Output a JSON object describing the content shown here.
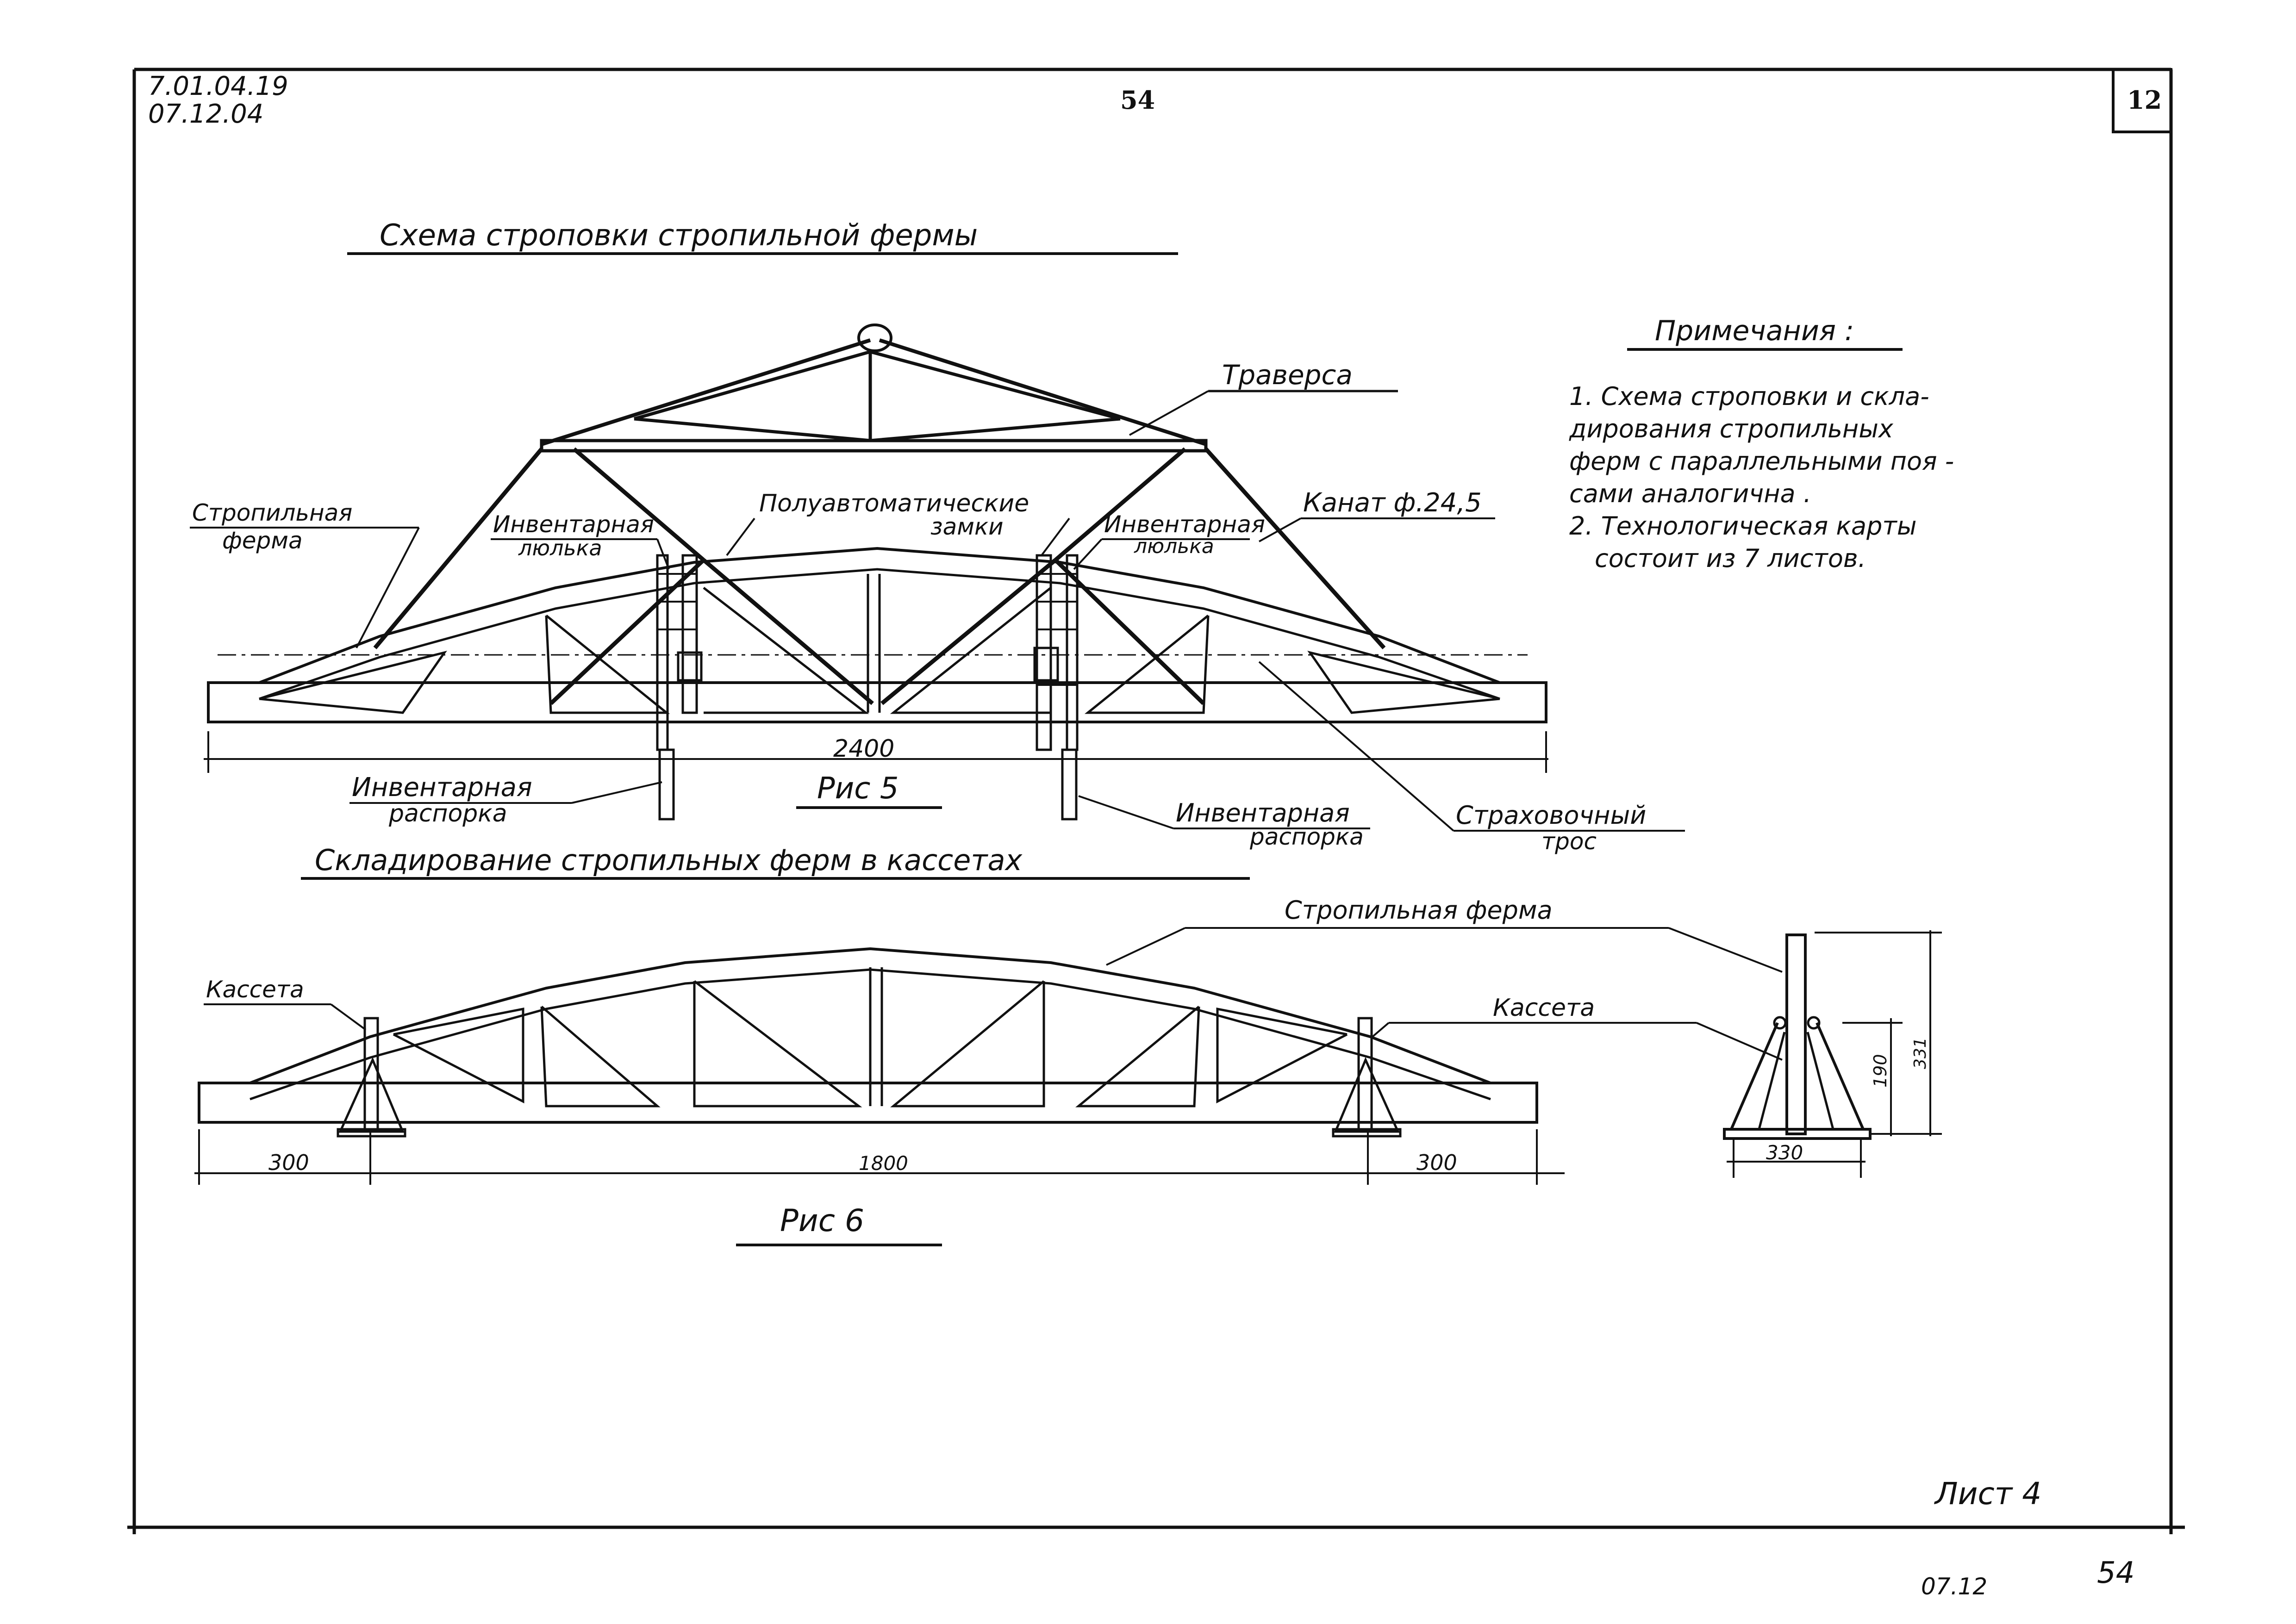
{
  "header": {
    "doc_code_line1": "7.01.04.19",
    "doc_code_line2": "07.12.04",
    "page_number": "54",
    "sheet_box": "12"
  },
  "fig5": {
    "title": "Схема строповки стропильной фермы",
    "caption": "Рис 5",
    "labels": {
      "traverse": "Траверса",
      "rafter_truss_1": "Стропильная",
      "rafter_truss_2": "ферма",
      "cradle_left_1": "Инвентарная",
      "cradle_left_2": "люлька",
      "locks_1": "Полуавтоматические",
      "locks_2": "замки",
      "cradle_right_1": "Инвентарная",
      "cradle_right_2": "люлька",
      "rope": "Канат ф.24,5",
      "brace_left_1": "Инвентарная",
      "brace_left_2": "распорка",
      "brace_right_1": "Инвентарная",
      "brace_right_2": "распорка",
      "safety_rope_1": "Страховочный",
      "safety_rope_2": "трос"
    },
    "dim_span": "2400"
  },
  "notes": {
    "title": "Примечания :",
    "lines": [
      "1. Схема  строповки  и скла-",
      "дирования  стропильных",
      "ферм  с параллельными поя -",
      "сами  аналогична .",
      "2. Технологическая  карты",
      "состоит  из 7    листов."
    ]
  },
  "fig6": {
    "title": "Складирование  стропильных  ферм  в  кассетах",
    "caption": "Рис 6",
    "labels": {
      "cassette_left": "Кассета",
      "rafter_truss": "Стропильная ферма",
      "cassette_right": "Кассета"
    },
    "dims": {
      "left": "300",
      "middle": "1800",
      "right": "300",
      "cassette_width": "330",
      "cassette_h1": "190",
      "cassette_h2": "331"
    }
  },
  "footer": {
    "sheet": "Лист 4",
    "code": "07.12",
    "page": "54"
  }
}
